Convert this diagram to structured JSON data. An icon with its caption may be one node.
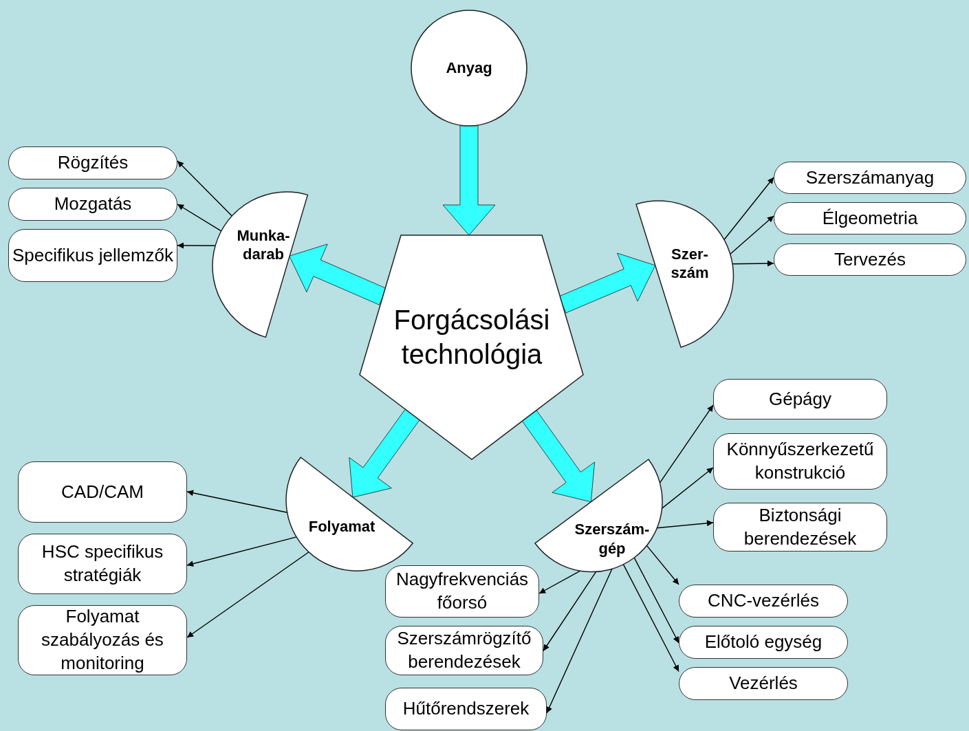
{
  "diagram": {
    "nodes": [
      {
        "text": [
          "Anyag"
        ]
      },
      {
        "text": [
          "Forgácsolási technológia"
        ]
      },
      {
        "text": [
          "Munka- darab"
        ]
      },
      {
        "text": [
          "Szer- szám"
        ]
      },
      {
        "text": [
          "Folyamat"
        ]
      },
      {
        "text": [
          "Szerszám- gép"
        ]
      },
      {
        "text": [
          "Rögzítés"
        ]
      },
      {
        "text": [
          "Mozgatás"
        ]
      },
      {
        "text": [
          "Specifikus jellemzők"
        ]
      },
      {
        "text": [
          "Szerszámanyag"
        ]
      },
      {
        "text": [
          "Élgeometria"
        ]
      },
      {
        "text": [
          "Tervezés"
        ]
      },
      {
        "text": [
          "Gépágy"
        ]
      },
      {
        "text": [
          "Könnyűszerkezetű konstrukció"
        ]
      },
      {
        "text": [
          "Biztonsági berendezések"
        ]
      },
      {
        "text": [
          "CNC-vezérlés"
        ]
      },
      {
        "text": [
          "Előtoló egység"
        ]
      },
      {
        "text": [
          "Vezérlés"
        ]
      },
      {
        "text": [
          "Nagyfrekvenciás főorsó"
        ]
      },
      {
        "text": [
          "Szerszámrögzítő berendezések"
        ]
      },
      {
        "text": [
          "Hűtőrendszerek"
        ]
      },
      {
        "text": [
          "CAD/CAM"
        ]
      },
      {
        "text": [
          "HSC specifikus stratégiák"
        ]
      },
      {
        "text": [
          "Folyamat szabályozás és monitoring"
        ]
      }
    ],
    "edges": [
      {
        "from": 0,
        "to": 1,
        "arrow": "to",
        "style": "thick",
        "color": "#33ffff"
      },
      {
        "from": 1,
        "to": 2,
        "arrow": "to",
        "style": "thick",
        "color": "#33ffff"
      },
      {
        "from": 1,
        "to": 3,
        "arrow": "to",
        "style": "thick",
        "color": "#33ffff"
      },
      {
        "from": 1,
        "to": 4,
        "arrow": "to",
        "style": "thick",
        "color": "#33ffff"
      },
      {
        "from": 1,
        "to": 5,
        "arrow": "to",
        "style": "thick",
        "color": "#33ffff"
      },
      {
        "from": 2,
        "to": 6,
        "arrow": "to"
      },
      {
        "from": 2,
        "to": 7,
        "arrow": "to"
      },
      {
        "from": 2,
        "to": 8,
        "arrow": "to"
      },
      {
        "from": 3,
        "to": 9,
        "arrow": "to"
      },
      {
        "from": 3,
        "to": 10,
        "arrow": "to"
      },
      {
        "from": 3,
        "to": 11,
        "arrow": "to"
      },
      {
        "from": 5,
        "to": 12,
        "arrow": "to"
      },
      {
        "from": 5,
        "to": 13,
        "arrow": "to"
      },
      {
        "from": 5,
        "to": 14,
        "arrow": "to"
      },
      {
        "from": 5,
        "to": 15,
        "arrow": "to"
      },
      {
        "from": 5,
        "to": 16,
        "arrow": "to"
      },
      {
        "from": 5,
        "to": 17,
        "arrow": "to"
      },
      {
        "from": 5,
        "to": 18,
        "arrow": "to"
      },
      {
        "from": 5,
        "to": 19,
        "arrow": "to"
      },
      {
        "from": 5,
        "to": 20,
        "arrow": "to"
      },
      {
        "from": 4,
        "to": 21,
        "arrow": "to"
      },
      {
        "from": 4,
        "to": 22,
        "arrow": "to"
      },
      {
        "from": 4,
        "to": 23,
        "arrow": "to"
      }
    ]
  }
}
